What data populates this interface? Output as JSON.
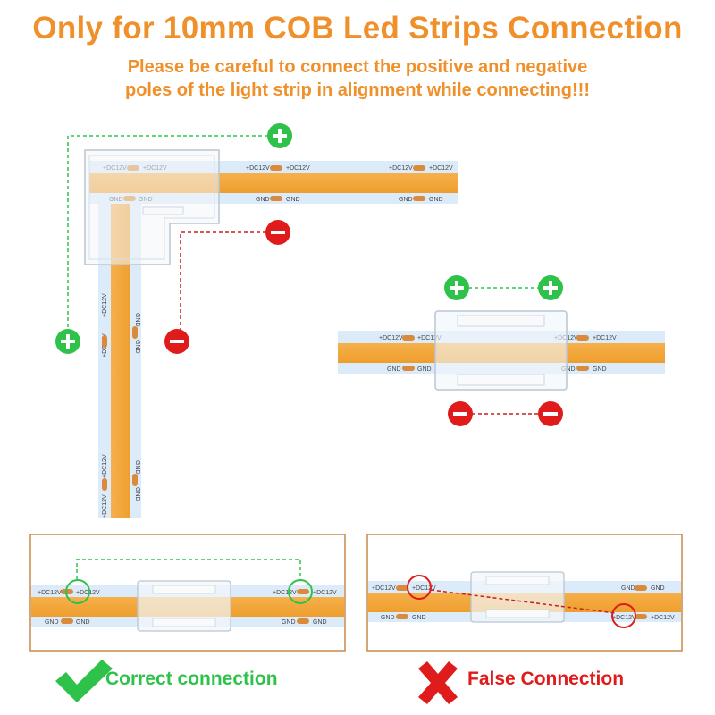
{
  "header": {
    "title": "Only for 10mm COB Led Strips Connection",
    "subtitle_line1": "Please be careful to connect the positive and negative",
    "subtitle_line2": "poles of the light strip in alignment while connecting!!!"
  },
  "strip_labels": {
    "positive": "+DC12V",
    "negative": "GND"
  },
  "symbols": {
    "plus": "+",
    "minus": "−"
  },
  "legend": {
    "correct_label": "Correct connection",
    "false_label": "False Connection"
  },
  "colors": {
    "accent": "#F0902A",
    "strip": "#F2A93B",
    "positive": "#2FC24A",
    "negative": "#E01B1B",
    "panel_border": "#C8894A"
  },
  "icons": {
    "correct": "check-mark-icon",
    "false": "cross-mark-icon"
  }
}
